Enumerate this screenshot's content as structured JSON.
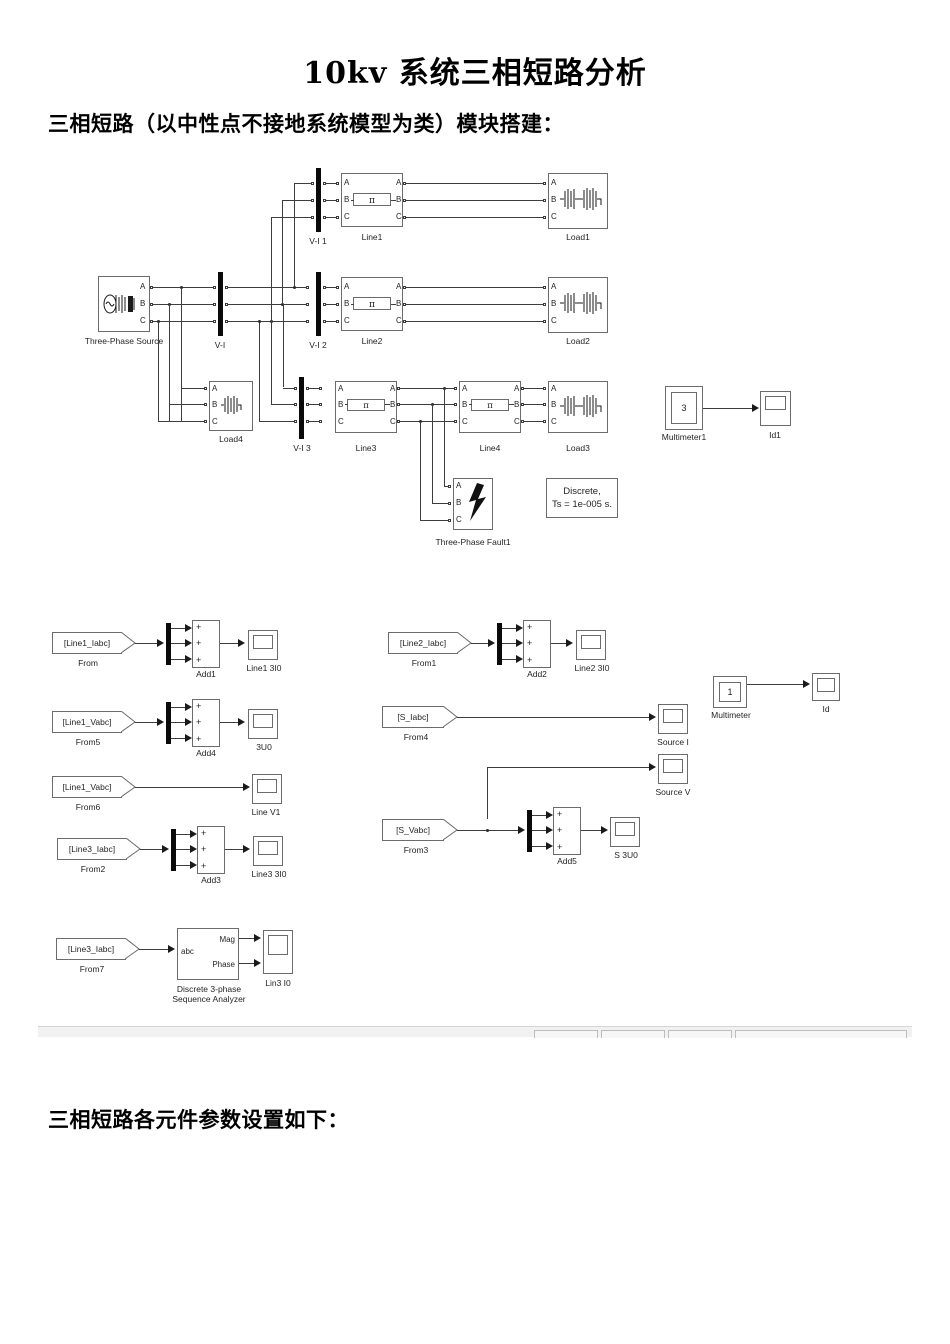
{
  "document": {
    "title": "10kv 系统三相短路分析",
    "section1": "三相短路（以中性点不接地系统模型为类）模块搭建：",
    "section2": "三相短路各元件参数设置如下："
  },
  "diagram_top": {
    "name": "three-phase-short-circuit-simulink-model",
    "blocks": [
      {
        "id": "source",
        "label": "Three-Phase Source",
        "ports": [
          "A",
          "B",
          "C"
        ]
      },
      {
        "id": "vi",
        "label": "V-I"
      },
      {
        "id": "vi1",
        "label": "V-I 1"
      },
      {
        "id": "vi2",
        "label": "V-I 2"
      },
      {
        "id": "vi3",
        "label": "V-I 3"
      },
      {
        "id": "line1",
        "label": "Line1",
        "ports": [
          "A",
          "B",
          "C"
        ],
        "symbol": "pi-section"
      },
      {
        "id": "line2",
        "label": "Line2",
        "ports": [
          "A",
          "B",
          "C"
        ],
        "symbol": "pi-section"
      },
      {
        "id": "line3",
        "label": "Line3",
        "ports": [
          "A",
          "B",
          "C"
        ],
        "symbol": "pi-section"
      },
      {
        "id": "line4",
        "label": "Line4",
        "ports": [
          "A",
          "B",
          "C"
        ],
        "symbol": "pi-section"
      },
      {
        "id": "load1",
        "label": "Load1",
        "ports": [
          "A",
          "B",
          "C"
        ]
      },
      {
        "id": "load2",
        "label": "Load2",
        "ports": [
          "A",
          "B",
          "C"
        ]
      },
      {
        "id": "load3",
        "label": "Load3",
        "ports": [
          "A",
          "B",
          "C"
        ]
      },
      {
        "id": "load4",
        "label": "Load4",
        "ports": [
          "A",
          "B",
          "C"
        ]
      },
      {
        "id": "fault1",
        "label": "Three-Phase Fault1",
        "ports": [
          "A",
          "B",
          "C"
        ]
      },
      {
        "id": "multimeter1",
        "label": "Multimeter1",
        "value": "3"
      },
      {
        "id": "id1",
        "label": "Id1"
      }
    ],
    "solver_note": {
      "line1": "Discrete,",
      "line2": "Ts = 1e-005 s."
    }
  },
  "diagram_bottom": {
    "name": "measurement-and-scope-subsystem",
    "rows": [
      {
        "from": "[Line1_Iabc]",
        "from_label": "From",
        "sum": "Add1",
        "scope": "Line1 3I0"
      },
      {
        "from": "[Line1_Vabc]",
        "from_label": "From5",
        "sum": "Add4",
        "scope": "3U0"
      },
      {
        "from": "[Line1_Vabc]",
        "from_label": "From6",
        "sum": "",
        "scope": "Line V1"
      },
      {
        "from": "[Line3_Iabc]",
        "from_label": "From2",
        "sum": "Add3",
        "scope": "Line3 3I0"
      },
      {
        "from": "[Line2_Iabc]",
        "from_label": "From1",
        "sum": "Add2",
        "scope": "Line2 3I0"
      },
      {
        "from": "[S_Iabc]",
        "from_label": "From4",
        "sum": "",
        "scope": "Source I"
      },
      {
        "from": "[S_Vabc]",
        "from_label": "From3",
        "sum": "Add5",
        "scope": "S 3U0"
      }
    ],
    "scope_source_v": "Source V",
    "multimeter": {
      "label": "Multimeter",
      "value": "1"
    },
    "scope_id": "Id",
    "seq_analyzer": {
      "label_line1": "Discrete 3-phase",
      "label_line2": "Sequence Analyzer",
      "in_port": "abc",
      "out_ports": [
        "Mag",
        "Phase"
      ],
      "from": "[Line3_Iabc]",
      "from_label": "From7",
      "scope": "Lin3 I0"
    },
    "sum_sign": "+"
  },
  "colors": {
    "wire": "#3d3d3d",
    "block_border": "#6b6b6b",
    "busbar": "#0a0a0a",
    "text": "#231f20",
    "page_bg": "#ffffff",
    "statusbar_bg": "#f1f1f1"
  }
}
